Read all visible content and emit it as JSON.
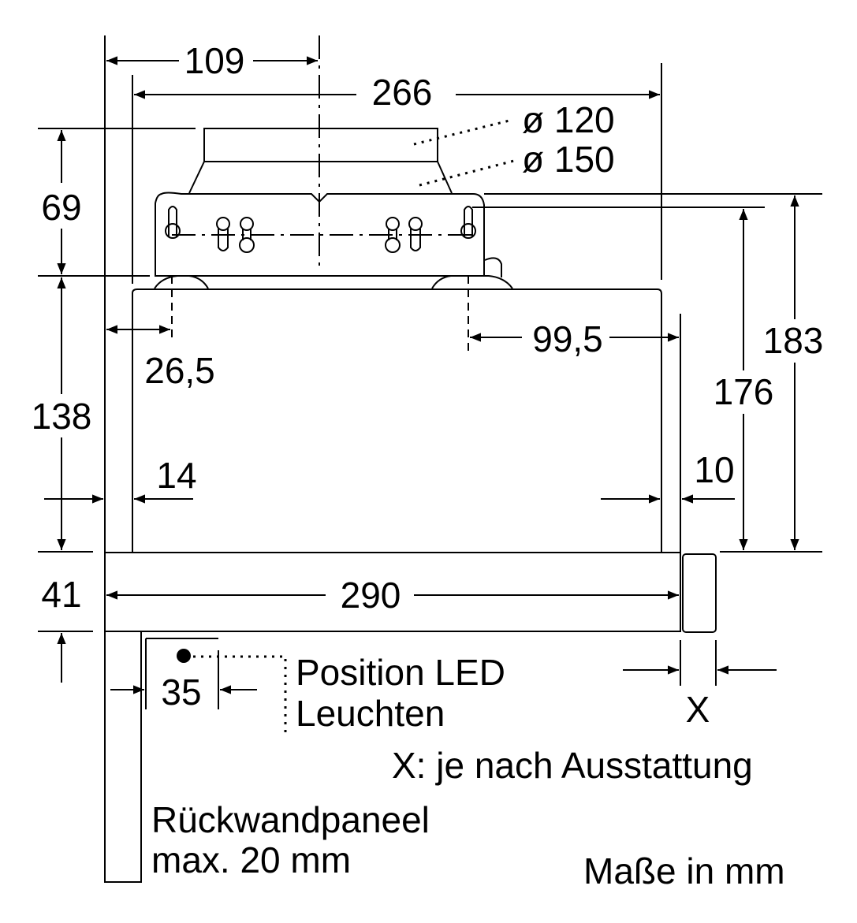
{
  "dimensions": {
    "d109": "109",
    "d266": "266",
    "dia120": "ø 120",
    "dia150": "ø 150",
    "d69": "69",
    "d138": "138",
    "d41": "41",
    "d26_5": "26,5",
    "d14": "14",
    "d99_5": "99,5",
    "d10": "10",
    "d176": "176",
    "d183": "183",
    "d290": "290",
    "d35": "35",
    "dX": "X"
  },
  "labels": {
    "led_line1": "Position LED",
    "led_line2": "Leuchten",
    "x_note": "X: je nach Ausstattung",
    "panel_line1": "Rückwandpaneel",
    "panel_line2": "max. 20 mm",
    "units": "Maße in mm"
  }
}
